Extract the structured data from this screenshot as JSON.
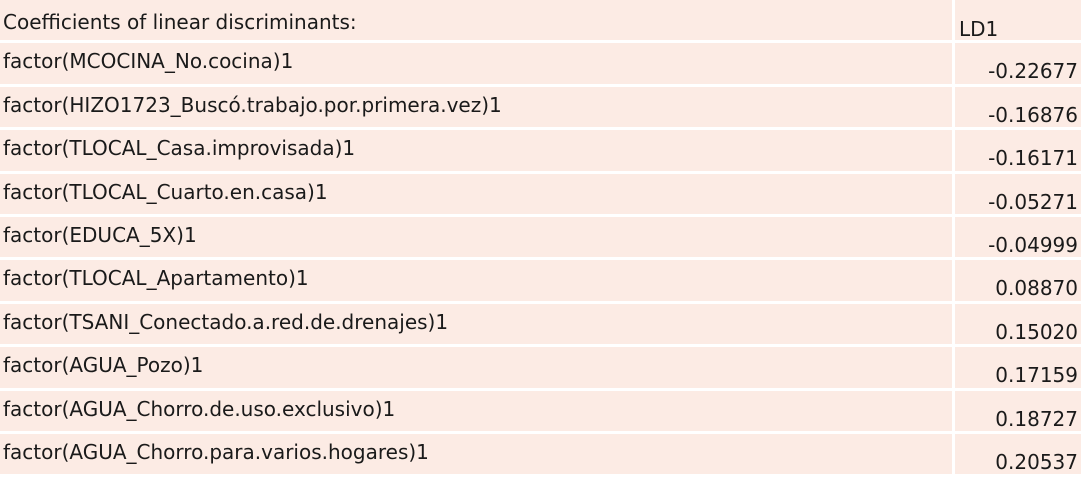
{
  "table": {
    "header": {
      "label": "Coefficients of linear discriminants:",
      "column": "LD1"
    },
    "rows": [
      {
        "label": "factor(MCOCINA_No.cocina)1",
        "value": "-0.22677"
      },
      {
        "label": "factor(HIZO1723_Buscó.trabajo.por.primera.vez)1",
        "value": "-0.16876"
      },
      {
        "label": "factor(TLOCAL_Casa.improvisada)1",
        "value": "-0.16171"
      },
      {
        "label": "factor(TLOCAL_Cuarto.en.casa)1",
        "value": "-0.05271"
      },
      {
        "label": "factor(EDUCA_5X)1",
        "value": "-0.04999"
      },
      {
        "label": "factor(TLOCAL_Apartamento)1",
        "value": "0.08870"
      },
      {
        "label": "factor(TSANI_Conectado.a.red.de.drenajes)1",
        "value": "0.15020"
      },
      {
        "label": "factor(AGUA_Pozo)1",
        "value": "0.17159"
      },
      {
        "label": "factor(AGUA_Chorro.de.uso.exclusivo)1",
        "value": "0.18727"
      },
      {
        "label": "factor(AGUA_Chorro.para.varios.hogares)1",
        "value": "0.20537"
      }
    ]
  }
}
